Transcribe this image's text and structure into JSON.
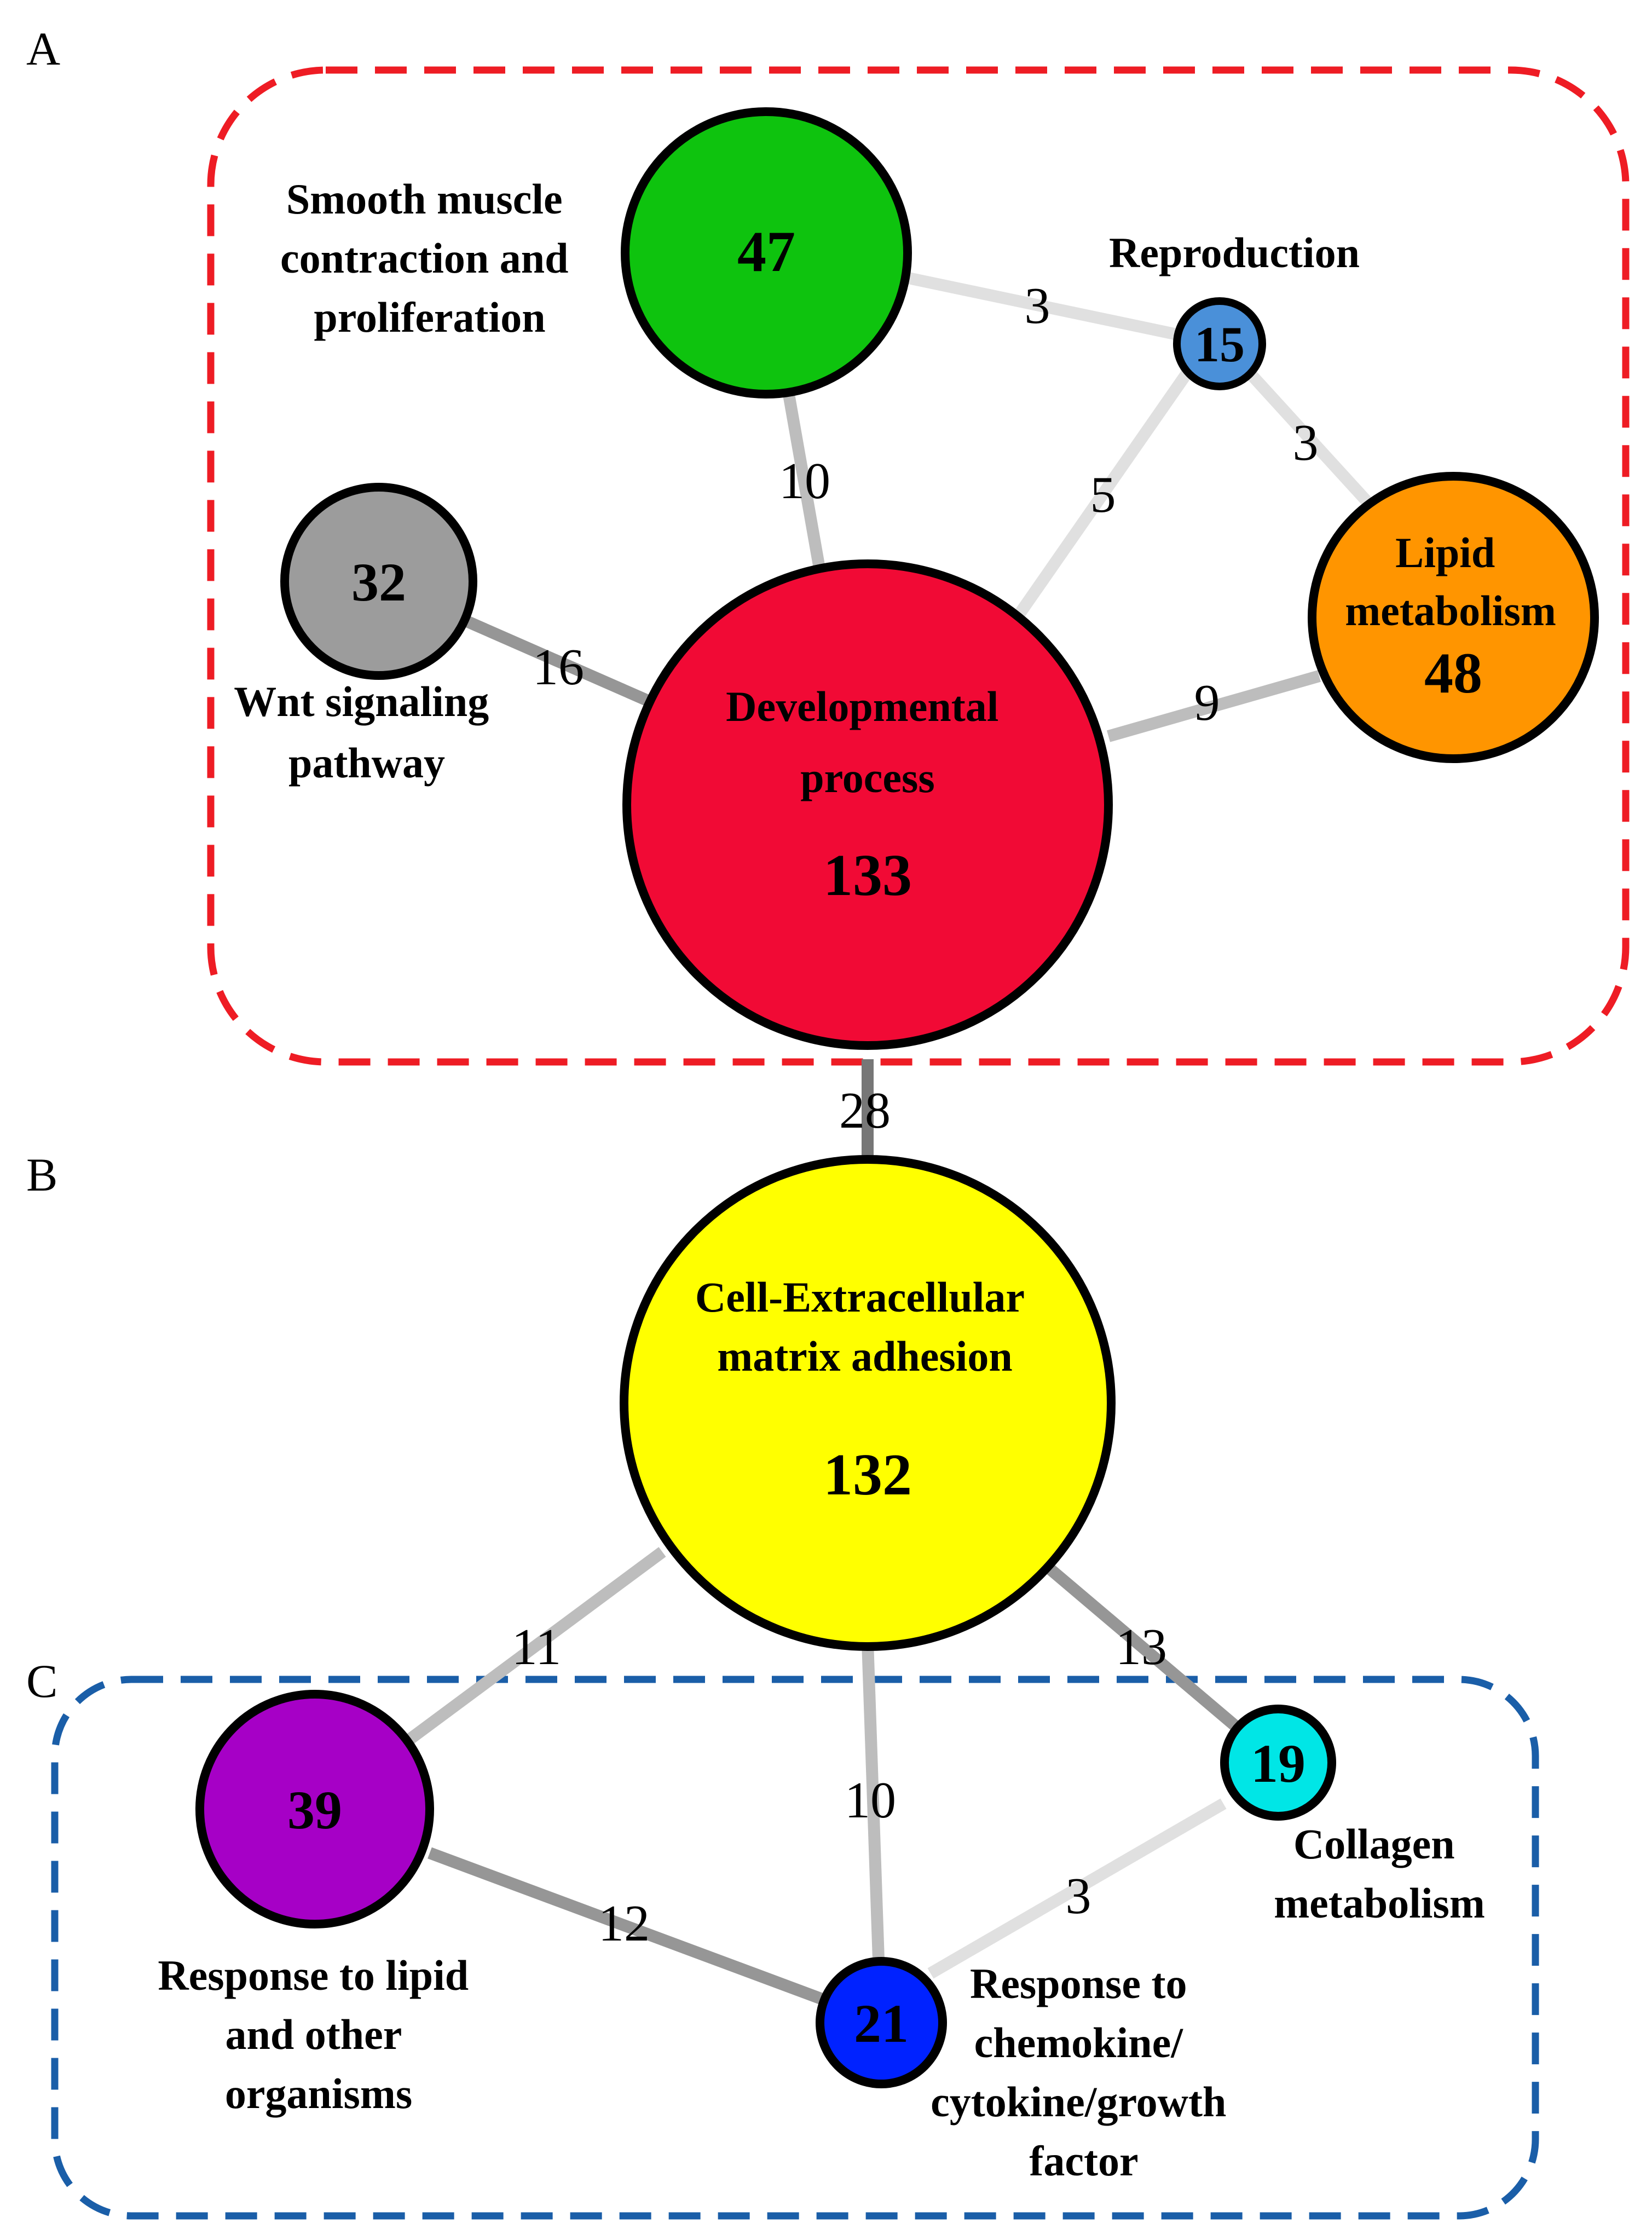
{
  "panels": [
    {
      "id": "A",
      "label": "A"
    },
    {
      "id": "B",
      "label": "B"
    },
    {
      "id": "C",
      "label": "C"
    }
  ],
  "nodes": [
    {
      "id": "developmental",
      "label_lines": [
        "Developmental",
        "process"
      ],
      "count": "133",
      "color": "#f10a35"
    },
    {
      "id": "smooth_muscle",
      "label_lines": [
        "Smooth muscle",
        "contraction and",
        "proliferation"
      ],
      "count": "47",
      "color": "#0ec30e"
    },
    {
      "id": "reproduction",
      "label_lines": [
        "Reproduction"
      ],
      "count": "15",
      "color": "#4a90d9"
    },
    {
      "id": "lipid_metabolism",
      "label_lines": [
        "Lipid",
        "metabolism"
      ],
      "count": "48",
      "color": "#ff9500"
    },
    {
      "id": "wnt",
      "label_lines": [
        "Wnt signaling",
        "pathway"
      ],
      "count": "32",
      "color": "#9c9c9c"
    },
    {
      "id": "cell_ecm",
      "label_lines": [
        "Cell-Extracellular",
        "matrix adhesion"
      ],
      "count": "132",
      "color": "#ffff00"
    },
    {
      "id": "response_lipid",
      "label_lines": [
        "Response to lipid",
        "and other",
        "organisms"
      ],
      "count": "39",
      "color": "#a600c6",
      "count_color": "#ffffff"
    },
    {
      "id": "response_chemokine",
      "label_lines": [
        "Response to",
        "chemokine/",
        "cytokine/growth",
        "factor"
      ],
      "count": "21",
      "color": "#0022ff",
      "count_color": "#ffffff"
    },
    {
      "id": "collagen",
      "label_lines": [
        "Collagen",
        "metabolism"
      ],
      "count": "19",
      "color": "#00e6e6"
    }
  ],
  "edges": [
    {
      "source": "smooth_muscle",
      "target": "reproduction",
      "weight": "3"
    },
    {
      "source": "reproduction",
      "target": "lipid_metabolism",
      "weight": "3"
    },
    {
      "source": "smooth_muscle",
      "target": "developmental",
      "weight": "10"
    },
    {
      "source": "reproduction",
      "target": "developmental",
      "weight": "5"
    },
    {
      "source": "wnt",
      "target": "developmental",
      "weight": "16"
    },
    {
      "source": "lipid_metabolism",
      "target": "developmental",
      "weight": "9"
    },
    {
      "source": "developmental",
      "target": "cell_ecm",
      "weight": "28"
    },
    {
      "source": "cell_ecm",
      "target": "response_lipid",
      "weight": "11"
    },
    {
      "source": "cell_ecm",
      "target": "response_chemokine",
      "weight": "10"
    },
    {
      "source": "cell_ecm",
      "target": "collagen",
      "weight": "13"
    },
    {
      "source": "response_lipid",
      "target": "response_chemokine",
      "weight": "12"
    },
    {
      "source": "collagen",
      "target": "response_chemokine",
      "weight": "3"
    }
  ],
  "groups": [
    {
      "id": "group_A",
      "panel": "A",
      "border_color": "#ee1c24"
    },
    {
      "id": "group_C",
      "panel": "C",
      "border_color": "#1a5ea8"
    }
  ],
  "line_colors": {
    "light": "#e0e0e0",
    "mid": "#bdbdbd",
    "dark": "#969696",
    "darkest": "#777777"
  }
}
